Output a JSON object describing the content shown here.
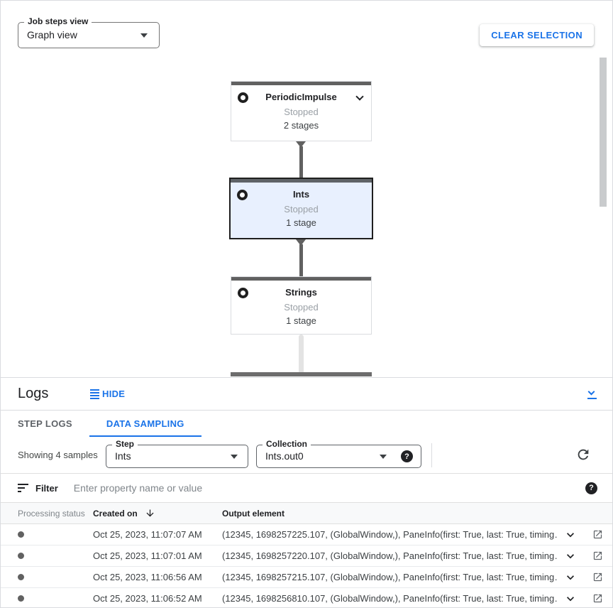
{
  "toolbar": {
    "view_select": {
      "label": "Job steps view",
      "value": "Graph view"
    },
    "clear_selection_label": "CLEAR SELECTION"
  },
  "graph": {
    "nodes": [
      {
        "name": "PeriodicImpulse",
        "status": "Stopped",
        "stages": "2 stages",
        "selected": false
      },
      {
        "name": "Ints",
        "status": "Stopped",
        "stages": "1 stage",
        "selected": true
      },
      {
        "name": "Strings",
        "status": "Stopped",
        "stages": "1 stage",
        "selected": false
      }
    ]
  },
  "logs": {
    "title": "Logs",
    "hide_label": "HIDE",
    "tabs": [
      {
        "label": "STEP LOGS",
        "active": false
      },
      {
        "label": "DATA SAMPLING",
        "active": true
      }
    ],
    "sampling": {
      "summary": "Showing 4 samples",
      "step_select": {
        "label": "Step",
        "value": "Ints"
      },
      "collection_select": {
        "label": "Collection",
        "value": "Ints.out0"
      }
    },
    "filter": {
      "label": "Filter",
      "placeholder": "Enter property name or value"
    },
    "table": {
      "columns": {
        "processing_status": "Processing status",
        "created_on": "Created on",
        "output_element": "Output element"
      },
      "rows": [
        {
          "created_on": "Oct 25, 2023, 11:07:07 AM",
          "output_element": "(12345, 1698257225.107, (GlobalWindow,), PaneInfo(first: True, last: True, timing…"
        },
        {
          "created_on": "Oct 25, 2023, 11:07:01 AM",
          "output_element": "(12345, 1698257220.107, (GlobalWindow,), PaneInfo(first: True, last: True, timing…"
        },
        {
          "created_on": "Oct 25, 2023, 11:06:56 AM",
          "output_element": "(12345, 1698257215.107, (GlobalWindow,), PaneInfo(first: True, last: True, timing…"
        },
        {
          "created_on": "Oct 25, 2023, 11:06:52 AM",
          "output_element": "(12345, 1698256810.107, (GlobalWindow,), PaneInfo(first: True, last: True, timing…"
        }
      ]
    }
  },
  "icons": {
    "help_glyph": "?"
  },
  "colors": {
    "accent": "#1a73e8",
    "selected_node_bg": "#e8f0fe",
    "node_bar": "#616161"
  }
}
